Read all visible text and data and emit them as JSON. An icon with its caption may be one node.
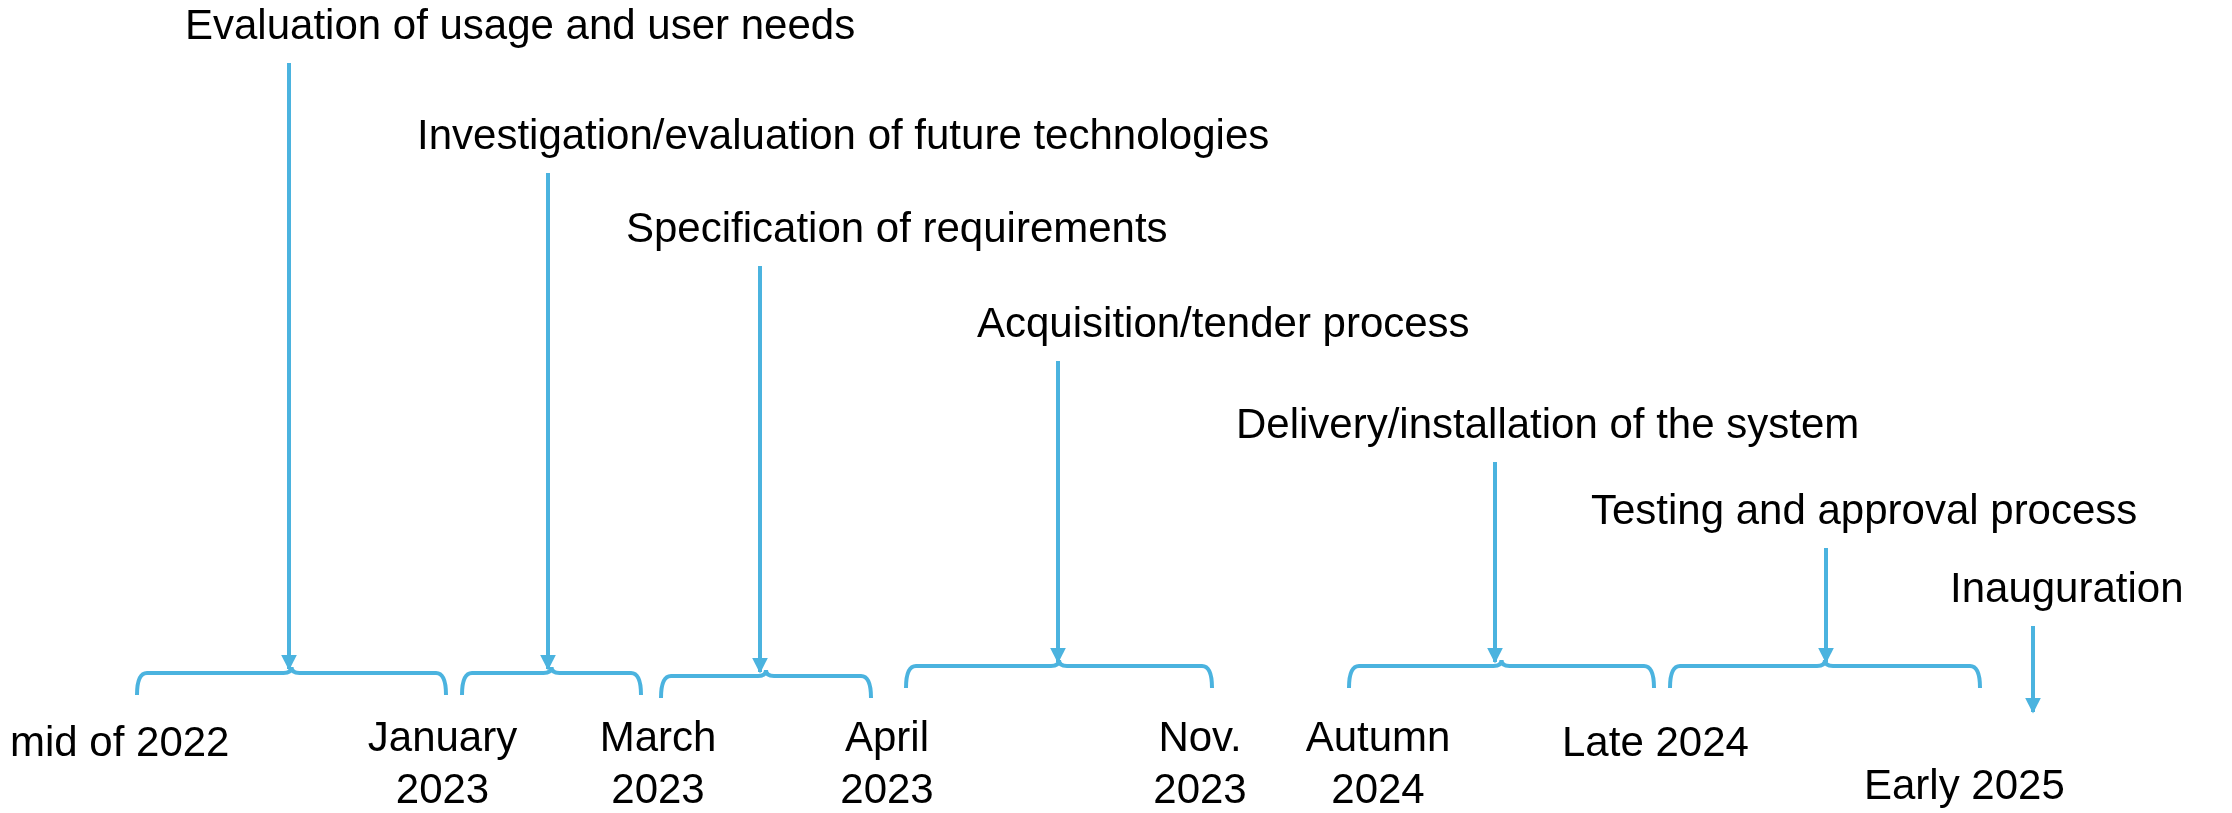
{
  "diagram": {
    "nodes": [
      {
        "text": [
          "Evaluation of usage and user needs"
        ]
      },
      {
        "text": [
          "Investigation/evaluation of future technologies"
        ]
      },
      {
        "text": [
          "Specification of requirements"
        ]
      },
      {
        "text": [
          "Acquisition/tender process"
        ]
      },
      {
        "text": [
          "Delivery/installation of the system"
        ]
      },
      {
        "text": [
          "Testing and approval process"
        ]
      },
      {
        "text": [
          "Inauguration"
        ]
      },
      {
        "text": [],
        "shape": "bracket"
      },
      {
        "text": [],
        "shape": "bracket"
      },
      {
        "text": [],
        "shape": "bracket"
      },
      {
        "text": [],
        "shape": "bracket"
      },
      {
        "text": [],
        "shape": "bracket"
      },
      {
        "text": [],
        "shape": "bracket"
      },
      {
        "text": [
          "Early 2025"
        ]
      }
    ],
    "edges": [
      {
        "from": 0,
        "to": 7,
        "arrow": "to"
      },
      {
        "from": 1,
        "to": 8,
        "arrow": "to"
      },
      {
        "from": 2,
        "to": 9,
        "arrow": "to"
      },
      {
        "from": 3,
        "to": 10,
        "arrow": "to"
      },
      {
        "from": 4,
        "to": 11,
        "arrow": "to"
      },
      {
        "from": 5,
        "to": 12,
        "arrow": "to"
      },
      {
        "from": 6,
        "to": 13,
        "arrow": "to"
      }
    ],
    "labels": [
      "mid of 2022",
      "January 2023",
      "March 2023",
      "April 2023",
      "Nov. 2023",
      "Autumn 2024",
      "Late 2024"
    ]
  }
}
